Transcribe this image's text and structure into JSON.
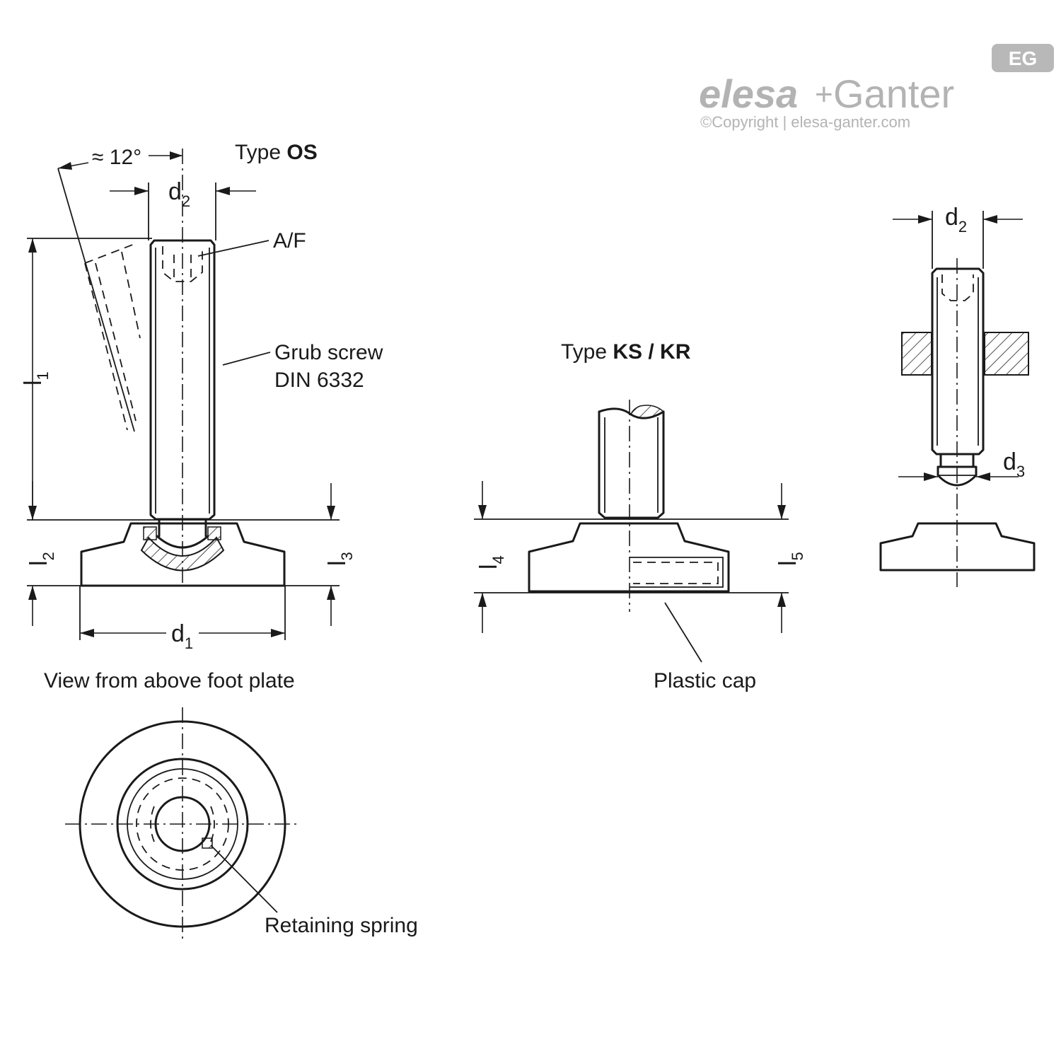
{
  "brand": {
    "badge": "EG",
    "name_part1": "elesa",
    "plus": "+",
    "name_part2": "Ganter",
    "copyright": "©Copyright | elesa-ganter.com"
  },
  "type_os": {
    "label_prefix": "Type ",
    "label_bold": "OS",
    "angle": "≈ 12°",
    "d2": "d",
    "d2_sub": "2",
    "af": "A/F",
    "grub_line1": "Grub screw",
    "grub_line2": "DIN 6332",
    "l1": "l",
    "l1_sub": "1",
    "l2": "l",
    "l2_sub": "2",
    "l3": "l",
    "l3_sub": "3",
    "d1": "d",
    "d1_sub": "1"
  },
  "top_view": {
    "title": "View from above foot plate",
    "spring_label": "Retaining spring"
  },
  "type_ks_kr": {
    "label_prefix": "Type ",
    "label_bold": "KS / KR",
    "l4": "l",
    "l4_sub": "4",
    "l5": "l",
    "l5_sub": "5",
    "cap_label": "Plastic cap"
  },
  "side_detail": {
    "d2": "d",
    "d2_sub": "2",
    "d3": "d",
    "d3_sub": "3"
  }
}
